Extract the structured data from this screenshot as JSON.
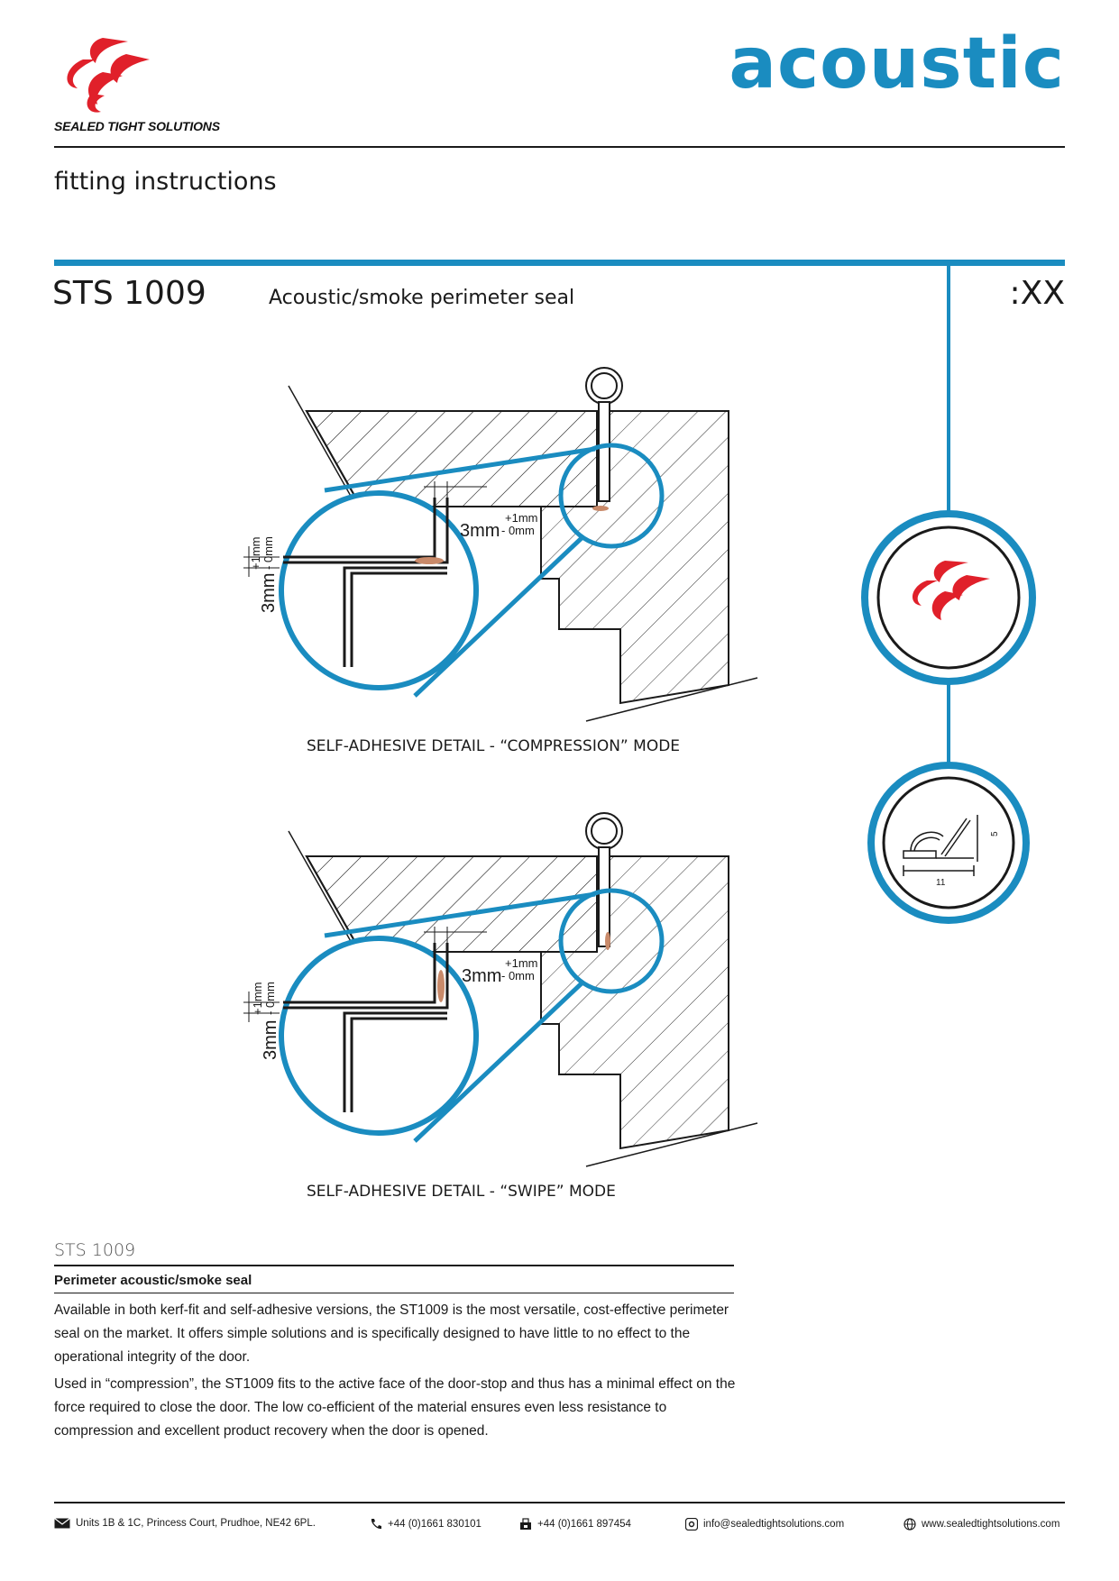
{
  "header": {
    "logo_tagline": "SEALED TIGHT SOLUTIONS",
    "brand_word": "acoustic",
    "section_title": "fitting instructions"
  },
  "product": {
    "code": "STS 1009",
    "title": "Acoustic/smoke perimeter seal",
    "ref": ":XX"
  },
  "diagram_compression": {
    "caption": "SELF-ADHESIVE DETAIL - “COMPRESSION” MODE",
    "gap_value": "3mm",
    "tol_plus": "+1mm",
    "tol_minus": "- 0mm"
  },
  "diagram_swipe": {
    "caption": "SELF-ADHESIVE DETAIL - “SWIPE” MODE",
    "gap_value": "3mm",
    "tol_plus": "+1mm",
    "tol_minus": "- 0mm"
  },
  "profile": {
    "height_label": "5",
    "width_label": "11"
  },
  "description": {
    "code": "STS 1009",
    "heading": "Perimeter acoustic/smoke seal",
    "paragraphs": [
      "Available in both kerf-fit and self-adhesive versions, the ST1009 is the most versatile, cost-effective perimeter seal on the market. It offers simple solutions and is specifically designed to have little to no effect to the operational integrity of the door.",
      "Used in “compression”, the ST1009 fits to the active face of the door-stop and thus has a minimal effect on the force required to close the door. The low co-efficient of the material ensures even less resistance to compression and excellent product recovery when the door is opened."
    ]
  },
  "footer": {
    "address": "Units 1B & 1C, Princess Court, Prudhoe, NE42 6PL.",
    "phone": "+44 (0)1661 830101",
    "fax": "+44 (0)1661 897454",
    "email": "info@sealedtightsolutions.com",
    "website": "www.sealedtightsolutions.com"
  },
  "colors": {
    "brand_blue": "#1a8cc0",
    "logo_red": "#e0202a",
    "seal_copper": "#c98a6a"
  },
  "icons": [
    "logo-mark",
    "envelope-icon",
    "phone-icon",
    "fax-icon",
    "at-icon",
    "globe-icon"
  ]
}
